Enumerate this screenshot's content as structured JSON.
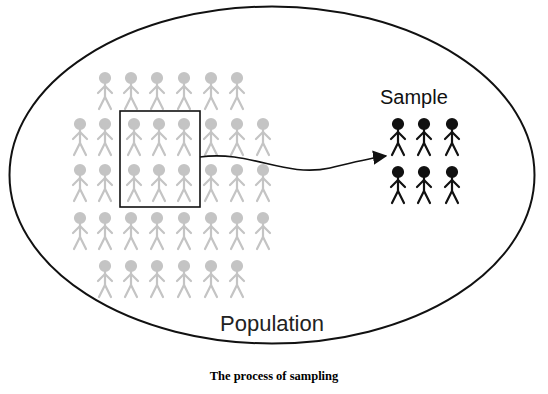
{
  "diagram": {
    "caption": "The process of sampling",
    "nodes": [
      {
        "text": [
          "Population"
        ]
      }
    ],
    "labels": [
      "Sample"
    ]
  }
}
